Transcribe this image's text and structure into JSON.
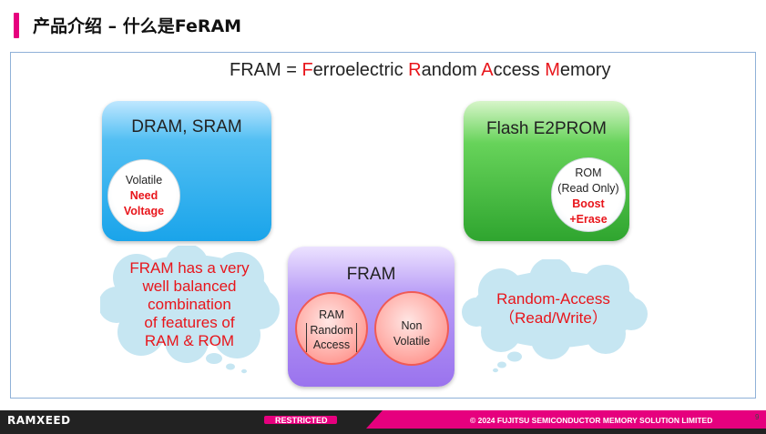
{
  "page": {
    "title": "产品介绍 – 什么是FeRAM",
    "accent_color": "#e6007e"
  },
  "headline": {
    "prefix": "FRAM = ",
    "letter_f": "F",
    "word_f": "erroelectric ",
    "letter_r": "R",
    "word_r": "andom ",
    "letter_a": "A",
    "word_a": "ccess ",
    "letter_m": "M",
    "word_m": "emory"
  },
  "dram_box": {
    "title": "DRAM, SRAM",
    "line1": "Volatile",
    "line2": "Need",
    "line3": "Voltage",
    "color": "#1aa4ea"
  },
  "flash_box": {
    "title": "Flash E2PROM",
    "line1": "ROM",
    "line2": "(Read Only)",
    "line3": "Boost",
    "line4": "+Erase",
    "color": "#2fa52f"
  },
  "fram_box": {
    "title": "FRAM",
    "left_line1": "RAM",
    "left_line2": "Random",
    "left_line3": "Access",
    "right_line1": "Non",
    "right_line2": "Volatile",
    "color": "#9a73ee"
  },
  "cloud_left": {
    "line1": "FRAM has a very",
    "line2": "well balanced",
    "line3": "combination",
    "line4": "of features of",
    "line5": "RAM & ROM",
    "color": "#c6e6f2"
  },
  "cloud_right": {
    "line1": "Random-Access",
    "line2": "（Read/Write）",
    "color": "#c6e6f2"
  },
  "footer": {
    "logo": "RAMXEED",
    "classification": "RESTRICTED",
    "copyright": "© 2024 FUJITSU SEMICONDUCTOR MEMORY SOLUTION LIMITED",
    "page_number": "9"
  }
}
